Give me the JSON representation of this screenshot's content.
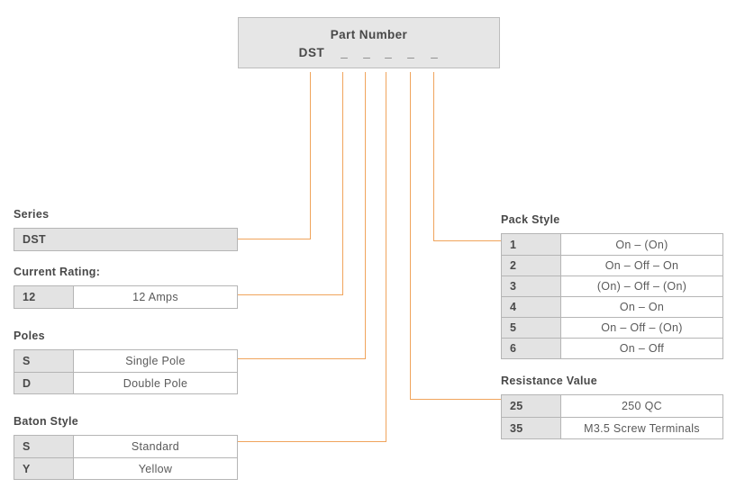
{
  "colors": {
    "accent_line": "#f0a45c",
    "cell_fill": "#e3e3e3",
    "box_fill": "#e6e6e6",
    "border": "#b5b5b5",
    "text": "#4a4a4a"
  },
  "part_number_box": {
    "title": "Part Number",
    "prefix": "DST",
    "placeholders": [
      "_",
      "_",
      "_",
      "_",
      "_"
    ]
  },
  "sections": {
    "series": {
      "label": "Series",
      "rows": [
        {
          "key": "DST",
          "value": ""
        }
      ]
    },
    "current_rating": {
      "label": "Current Rating:",
      "rows": [
        {
          "key": "12",
          "value": "12 Amps"
        }
      ]
    },
    "poles": {
      "label": "Poles",
      "rows": [
        {
          "key": "S",
          "value": "Single Pole"
        },
        {
          "key": "D",
          "value": "Double Pole"
        }
      ]
    },
    "baton_style": {
      "label": "Baton Style",
      "rows": [
        {
          "key": "S",
          "value": "Standard"
        },
        {
          "key": "Y",
          "value": "Yellow"
        }
      ]
    },
    "pack_style": {
      "label": "Pack Style",
      "rows": [
        {
          "key": "1",
          "value": "On – (On)"
        },
        {
          "key": "2",
          "value": "On – Off – On"
        },
        {
          "key": "3",
          "value": "(On) – Off – (On)"
        },
        {
          "key": "4",
          "value": "On – On"
        },
        {
          "key": "5",
          "value": "On – Off – (On)"
        },
        {
          "key": "6",
          "value": "On – Off"
        }
      ]
    },
    "resistance_value": {
      "label": "Resistance Value",
      "rows": [
        {
          "key": "25",
          "value": "250 QC"
        },
        {
          "key": "35",
          "value": "M3.5 Screw Terminals"
        }
      ]
    }
  }
}
